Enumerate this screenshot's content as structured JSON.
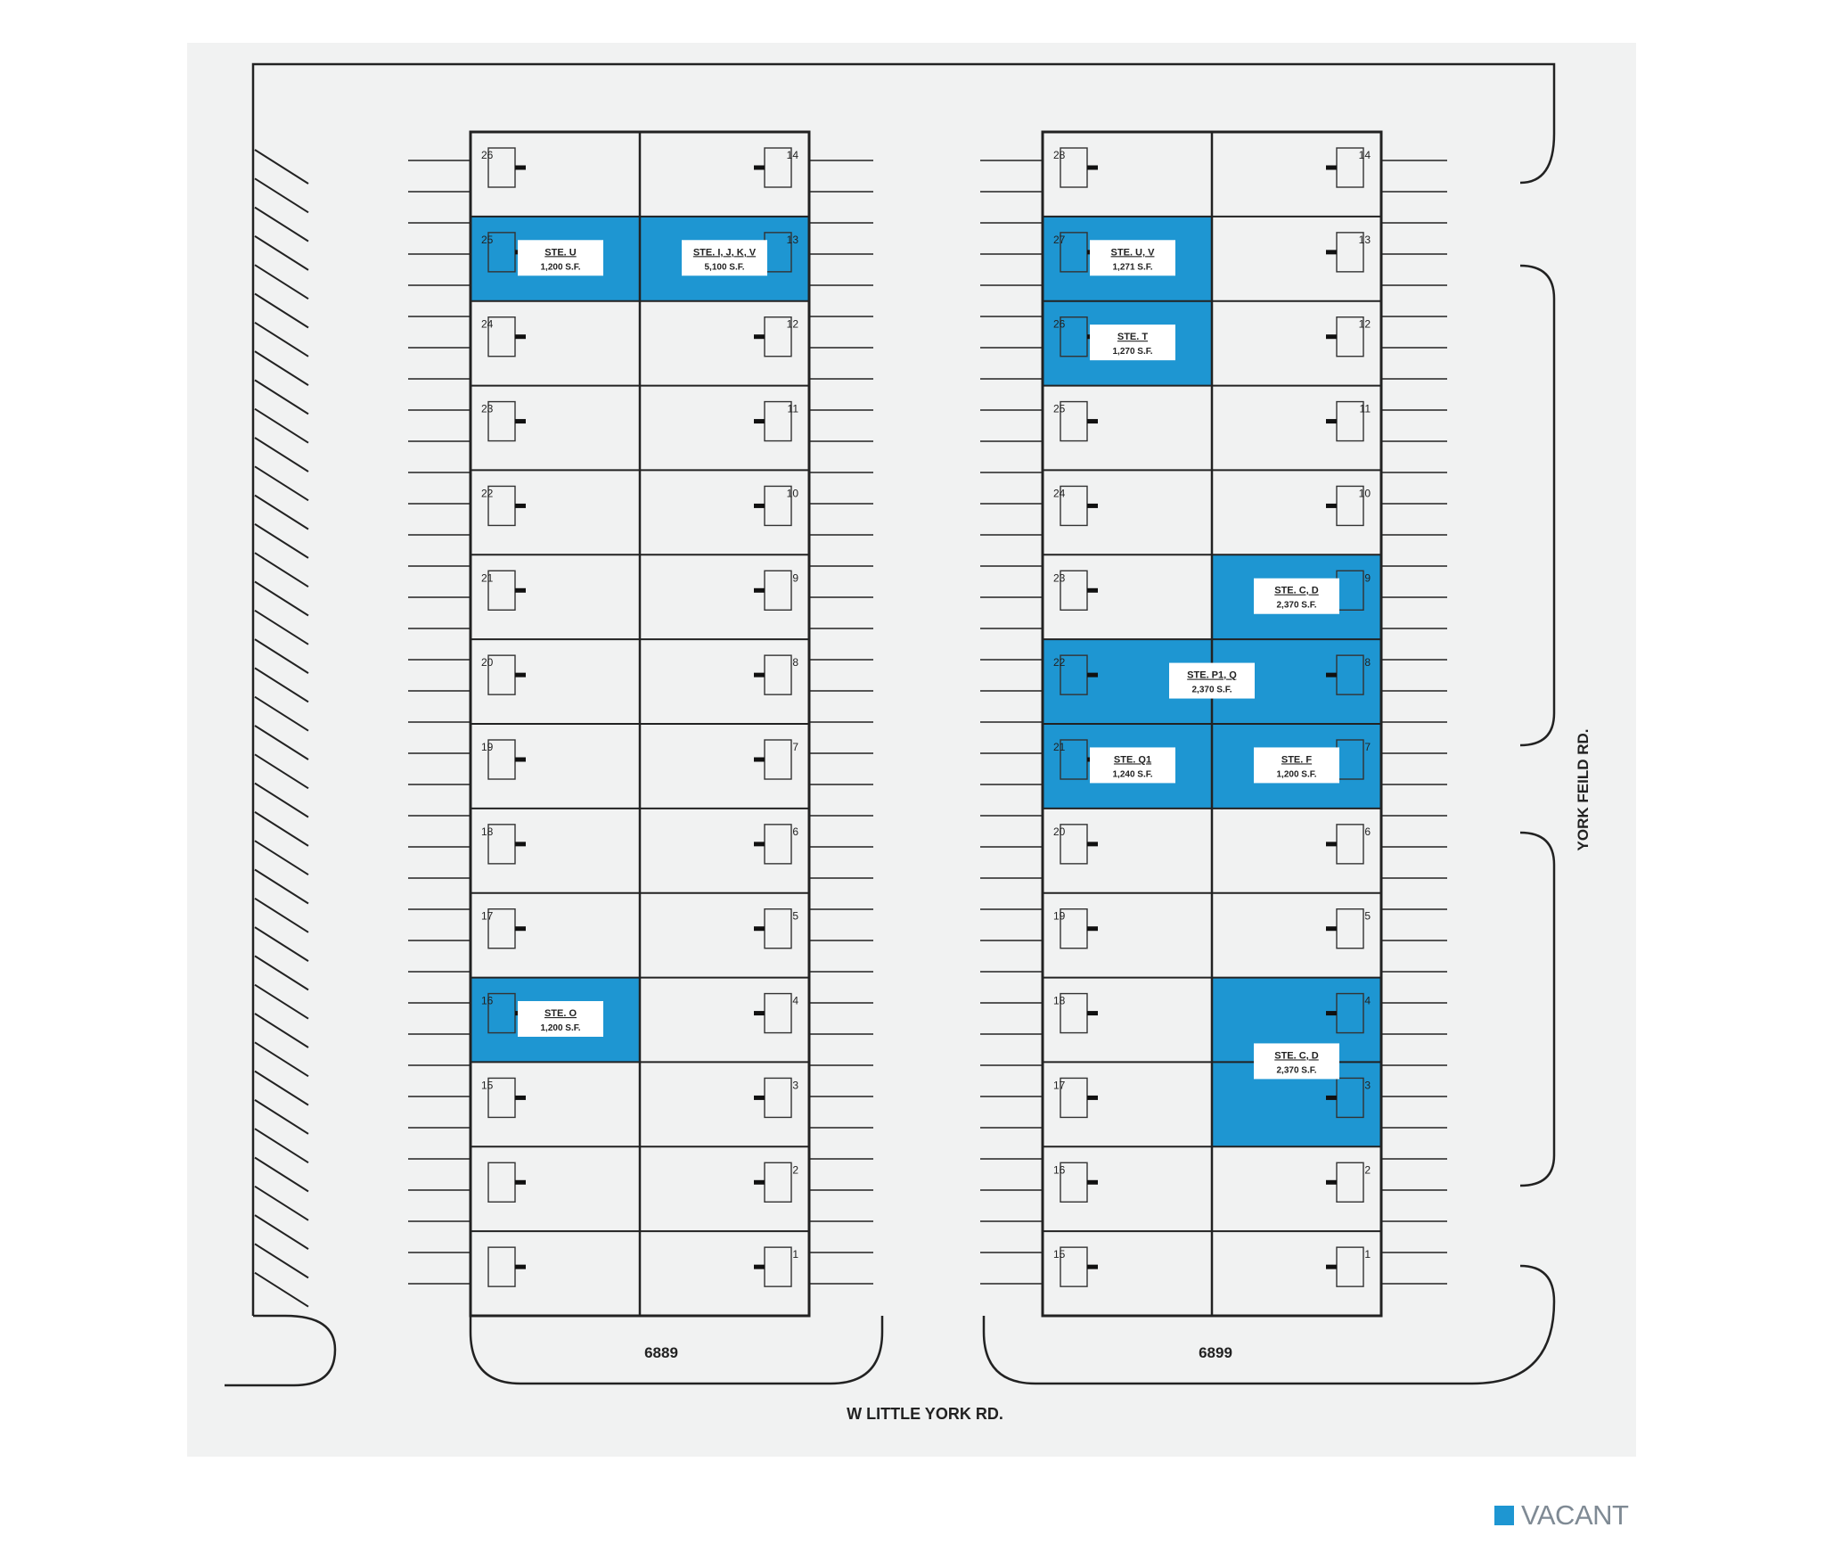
{
  "colors": {
    "vacant": "#1e96d2",
    "background": "#f1f2f2",
    "line": "#222222"
  },
  "labels": {
    "road_bottom": "W LITTLE YORK RD.",
    "road_right": "YORK FEILD RD.",
    "address_left": "6889",
    "address_right": "6899"
  },
  "legend": {
    "label": "VACANT"
  },
  "buildings": [
    {
      "id": "left",
      "units": [
        {
          "left": "26",
          "right": "14"
        },
        {
          "left": "25",
          "right": "13",
          "merged": true
        },
        {
          "left": "24",
          "right": "12"
        },
        {
          "left": "23",
          "right": "11"
        },
        {
          "left": "22",
          "right": "10"
        },
        {
          "left": "21",
          "right": "9"
        },
        {
          "left": "20",
          "right": "8"
        },
        {
          "left": "19",
          "right": "7"
        },
        {
          "left": "18",
          "right": "6"
        },
        {
          "left": "17",
          "right": "5"
        },
        {
          "left": "16",
          "right": "4"
        },
        {
          "left": "15",
          "right": "3"
        },
        {
          "left": "",
          "right": "2"
        },
        {
          "left": "",
          "right": "1"
        }
      ],
      "vacant_suites": [
        {
          "name": "STE. U",
          "area": "1,200 S.F.",
          "col": 0,
          "row_start": 1,
          "row_end": 2
        },
        {
          "name": "STE. I, J, K, V",
          "area": "5,100 S.F.",
          "col": 1,
          "row_start": 1,
          "row_end": 2
        },
        {
          "name": "STE. O",
          "area": "1,200 S.F.",
          "col": 0,
          "row_start": 10,
          "row_end": 11
        }
      ]
    },
    {
      "id": "right",
      "units": [
        {
          "left": "28",
          "right": "14"
        },
        {
          "left": "27",
          "right": "13"
        },
        {
          "left": "26",
          "right": "12"
        },
        {
          "left": "25",
          "right": "11"
        },
        {
          "left": "24",
          "right": "10"
        },
        {
          "left": "23",
          "right": "9"
        },
        {
          "left": "22",
          "right": "8"
        },
        {
          "left": "21",
          "right": "7"
        },
        {
          "left": "20",
          "right": "6"
        },
        {
          "left": "19",
          "right": "5"
        },
        {
          "left": "18",
          "right": "4"
        },
        {
          "left": "17",
          "right": "3"
        },
        {
          "left": "16",
          "right": "2"
        },
        {
          "left": "15",
          "right": "1"
        }
      ],
      "vacant_suites": [
        {
          "name": "STE. U, V",
          "area": "1,271 S.F.",
          "col": 0,
          "row_start": 1,
          "row_end": 2
        },
        {
          "name": "STE. T",
          "area": "1,270 S.F.",
          "col": 0,
          "row_start": 2,
          "row_end": 3
        },
        {
          "name": "STE. C, D",
          "area": "2,370 S.F.",
          "col": 1,
          "row_start": 5,
          "row_end": 6
        },
        {
          "name": "STE. P1, Q",
          "area": "2,370 S.F.",
          "col": 2,
          "row_start": 6,
          "row_end": 7
        },
        {
          "name": "STE. Q1",
          "area": "1,240 S.F.",
          "col": 0,
          "row_start": 7,
          "row_end": 8
        },
        {
          "name": "STE. F",
          "area": "1,200 S.F.",
          "col": 1,
          "row_start": 7,
          "row_end": 8
        },
        {
          "name": "STE. C, D",
          "area": "2,370 S.F.",
          "col": 1,
          "row_start": 10,
          "row_end": 12
        }
      ]
    }
  ]
}
